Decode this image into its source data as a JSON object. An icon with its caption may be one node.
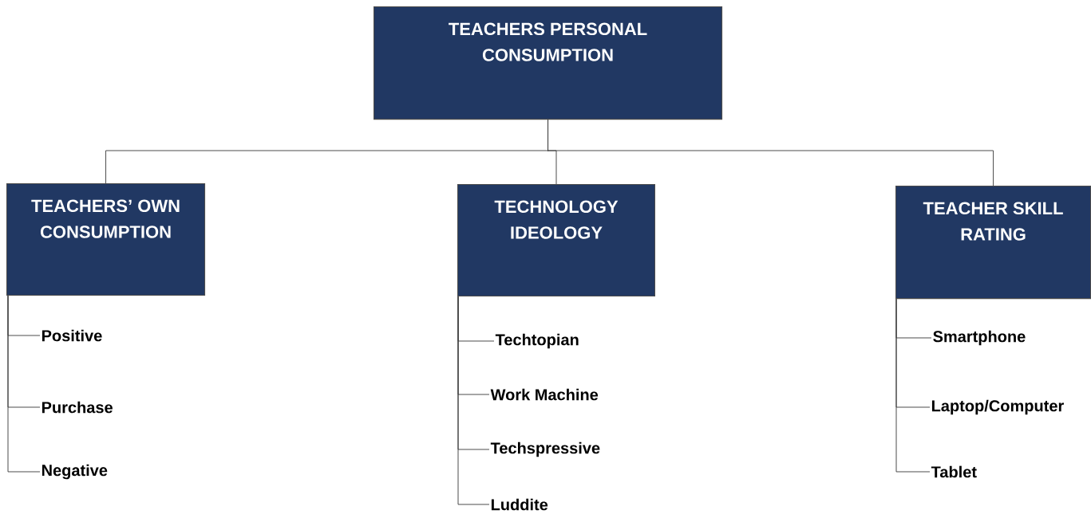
{
  "diagram": {
    "nodes": [
      {
        "text": [
          "TEACHERS PERSONAL CONSUMPTION"
        ]
      },
      {
        "text": [
          "TEACHERS’ OWN CONSUMPTION"
        ]
      },
      {
        "text": [
          "TECHNOLOGY IDEOLOGY"
        ]
      },
      {
        "text": [
          "TEACHER SKILL RATING"
        ]
      },
      {
        "text": [
          "Positive"
        ]
      },
      {
        "text": [
          "Purchase"
        ]
      },
      {
        "text": [
          "Negative"
        ]
      },
      {
        "text": [
          "Techtopian"
        ]
      },
      {
        "text": [
          "Work Machine"
        ]
      },
      {
        "text": [
          "Techspressive"
        ]
      },
      {
        "text": [
          "Luddite"
        ]
      },
      {
        "text": [
          "Smartphone"
        ]
      },
      {
        "text": [
          "Laptop/Computer"
        ]
      },
      {
        "text": [
          "Tablet"
        ]
      }
    ],
    "edges": [
      {
        "from": 0,
        "to": 1,
        "arrow": "none"
      },
      {
        "from": 0,
        "to": 2,
        "arrow": "none"
      },
      {
        "from": 0,
        "to": 3,
        "arrow": "none"
      },
      {
        "from": 1,
        "to": 4,
        "arrow": "none"
      },
      {
        "from": 1,
        "to": 5,
        "arrow": "none"
      },
      {
        "from": 1,
        "to": 6,
        "arrow": "none"
      },
      {
        "from": 2,
        "to": 7,
        "arrow": "none"
      },
      {
        "from": 2,
        "to": 8,
        "arrow": "none"
      },
      {
        "from": 2,
        "to": 9,
        "arrow": "none"
      },
      {
        "from": 2,
        "to": 10,
        "arrow": "none"
      },
      {
        "from": 3,
        "to": 11,
        "arrow": "none"
      },
      {
        "from": 3,
        "to": 12,
        "arrow": "none"
      },
      {
        "from": 3,
        "to": 13,
        "arrow": "none"
      }
    ]
  }
}
